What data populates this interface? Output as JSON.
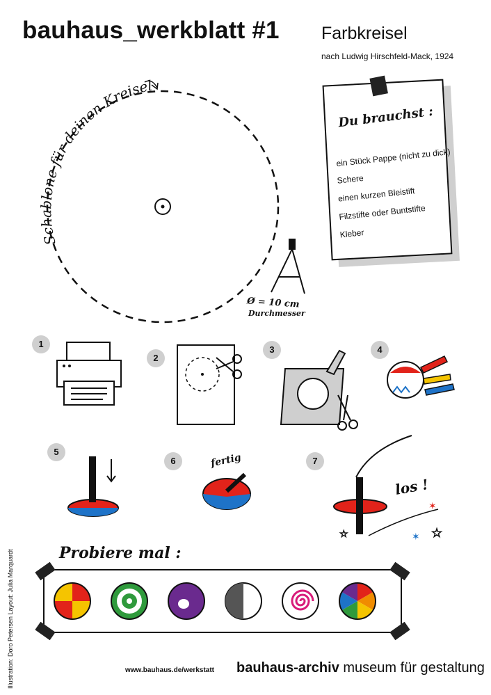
{
  "header": {
    "title": "bauhaus_werkblatt #1",
    "subtitle": "Farbkreisel",
    "credit": "nach Ludwig Hirschfeld-Mack, 1924"
  },
  "template": {
    "arc_label": "Schablone für deinen Kreisel",
    "diameter": "Ø = 10 cm",
    "diameter_label": "Durchmesser"
  },
  "materials": {
    "heading": "Du brauchst :",
    "items": [
      "ein Stück Pappe (nicht zu dick)",
      "Schere",
      "einen kurzen Bleistift",
      "Filzstifte oder Buntstifte",
      "Kleber"
    ]
  },
  "steps": [
    "1",
    "2",
    "3",
    "4",
    "5",
    "6",
    "7"
  ],
  "step_notes": {
    "done": "fertig",
    "go": "los !"
  },
  "try_section": {
    "heading": "Probiere mal :"
  },
  "footer": {
    "credits": "Illustration: Doro Petersen   Layout: Julia Marquardt",
    "url": "www.bauhaus.de/werkstatt",
    "brand_bold": "bauhaus-archiv",
    "brand_rest": " museum für gestaltung"
  },
  "colors": {
    "red": "#e2231a",
    "blue": "#1e73c8",
    "yellow": "#f5c400",
    "green": "#2f9a3c",
    "purple": "#6a2a8e",
    "pink": "#d81b7a",
    "grey": "#cfcfcf"
  }
}
